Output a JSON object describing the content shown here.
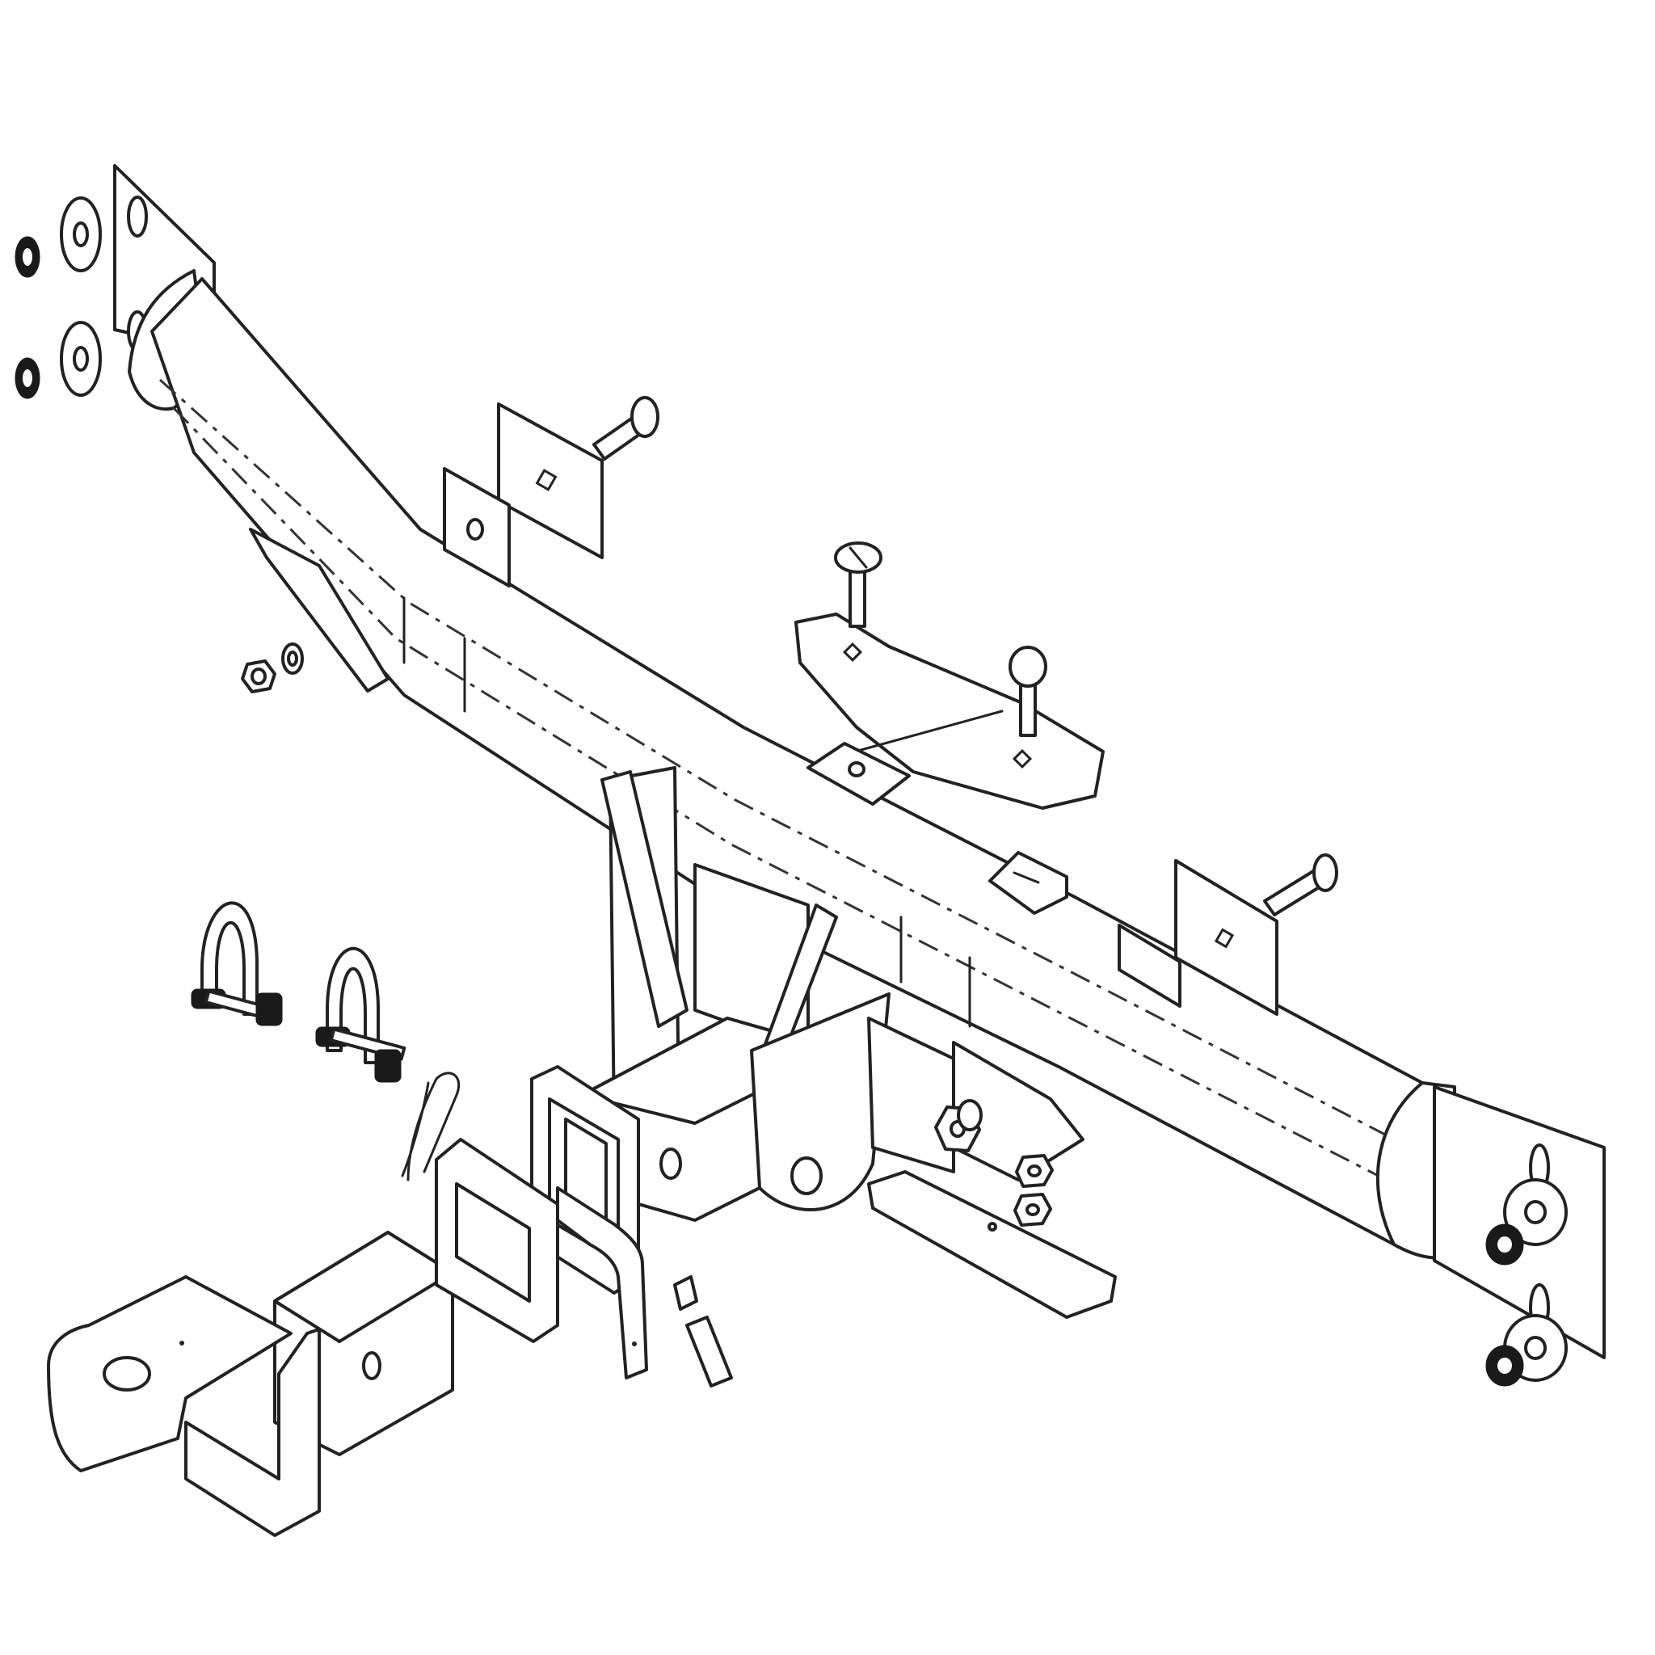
{
  "diagram": {
    "type": "exploded-parts-drawing",
    "colors": {
      "line": "#222222",
      "background": "#ffffff",
      "washer_fill": "#1a1a1a"
    },
    "parts": [
      "main-crossbar",
      "left-mounting-plate",
      "right-mounting-plate",
      "bracket-plate",
      "square-plate",
      "carriage-bolt",
      "spacer-plate",
      "receiver-housing",
      "receiver-collar",
      "tow-ball-mount",
      "hitch-pin",
      "safety-clip",
      "d-shackle",
      "flat-strap",
      "nut",
      "washer",
      "spring-washer"
    ]
  }
}
